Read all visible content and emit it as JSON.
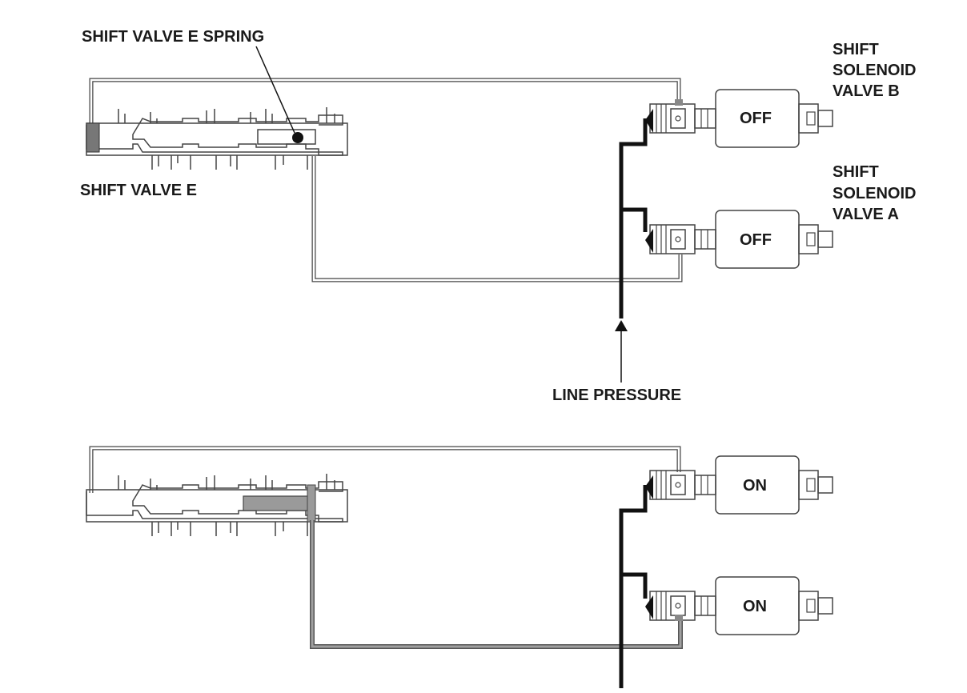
{
  "labels": {
    "spring": "SHIFT VALVE E SPRING",
    "shift_valve": "SHIFT VALVE E",
    "solenoid_b": [
      "SHIFT",
      "SOLENOID",
      "VALVE B"
    ],
    "solenoid_a": [
      "SHIFT",
      "SOLENOID",
      "VALVE A"
    ],
    "line_pressure": "LINE PRESSURE"
  },
  "top": {
    "solenoid_b_state": "OFF",
    "solenoid_a_state": "OFF"
  },
  "bottom": {
    "solenoid_b_state": "ON",
    "solenoid_a_state": "ON"
  },
  "colors": {
    "line": "#111111",
    "pressure_grey": "#8a8a8a",
    "outline": "#444444"
  }
}
